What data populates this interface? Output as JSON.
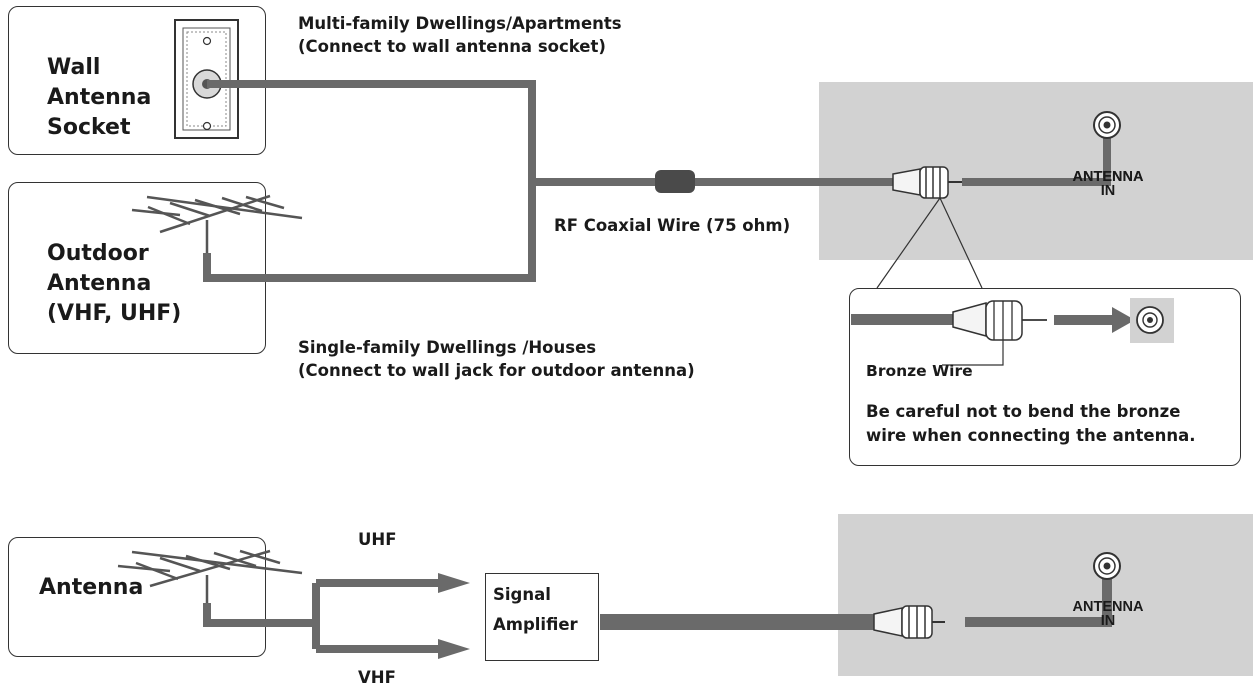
{
  "top_diagram": {
    "wall_socket_box": {
      "label_lines": [
        "Wall",
        "Antenna",
        "Socket"
      ]
    },
    "outdoor_antenna_box": {
      "label_lines": [
        "Outdoor",
        "Antenna",
        "(VHF, UHF)"
      ]
    },
    "multi_family_caption": [
      "Multi-family Dwellings/Apartments",
      "(Connect to wall antenna socket)"
    ],
    "single_family_caption": [
      "Single-family Dwellings /Houses",
      "(Connect to wall jack for outdoor antenna)"
    ],
    "cable_label": "RF Coaxial Wire (75 ohm)",
    "tv_port_label": [
      "ANTENNA",
      "IN"
    ],
    "detail": {
      "bronze_wire_label": "Bronze Wire",
      "caution_lines": [
        "Be careful not to bend the bronze",
        "wire when connecting the antenna."
      ]
    }
  },
  "bottom_diagram": {
    "antenna_box": {
      "label": "Antenna"
    },
    "uhf_label": "UHF",
    "vhf_label": "VHF",
    "amplifier_label_lines": [
      "Signal",
      "Amplifier"
    ],
    "tv_port_label": [
      "ANTENNA",
      "IN"
    ]
  },
  "colors": {
    "cable": "#6a6a6a",
    "panel": "#d2d2d2",
    "outline": "#333333"
  }
}
